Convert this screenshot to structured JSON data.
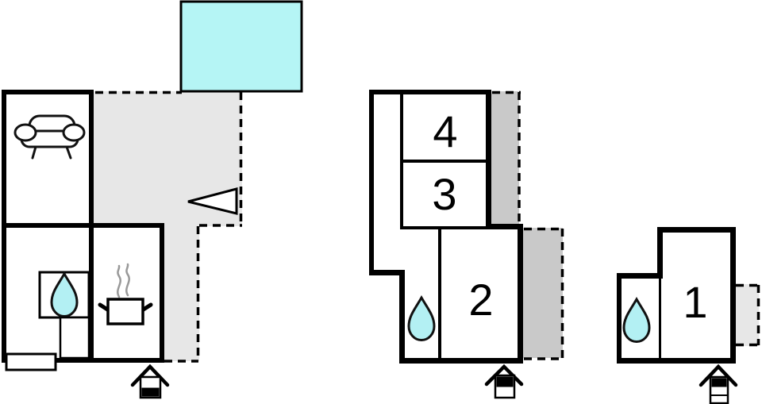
{
  "document": {
    "type": "vacation-home-floor-plan",
    "units": [
      {
        "name": "main-unit-left",
        "features": [
          "living-room-with-sofa",
          "kitchen-with-stove",
          "bathroom-with-shower",
          "terrace",
          "pool"
        ]
      },
      {
        "name": "middle-unit",
        "rooms_shown": [
          "4",
          "3",
          "2"
        ],
        "features": [
          "bathroom",
          "two-terraces",
          "entrance"
        ]
      },
      {
        "name": "right-unit",
        "rooms_shown": [
          "1"
        ],
        "features": [
          "bathroom",
          "small-terrace",
          "entrance"
        ]
      }
    ]
  },
  "room_labels": [
    "4",
    "3",
    "2",
    "1"
  ],
  "colors": {
    "pool": "#b5f5f5",
    "water_drop": "#b3f0f3",
    "terrace_light": "#e7e7e7",
    "terrace_mid": "#c9c9c9",
    "walls": "#000000",
    "steam": "#999999"
  },
  "icons": {
    "sofa": "sofa-icon",
    "cooking_pot": "cooking-pot-icon",
    "steam": "steam-icon",
    "water_drop": "water-drop-icon",
    "direction_arrow": "left-arrow-icon",
    "entrance": "entrance-arrow-icon"
  }
}
